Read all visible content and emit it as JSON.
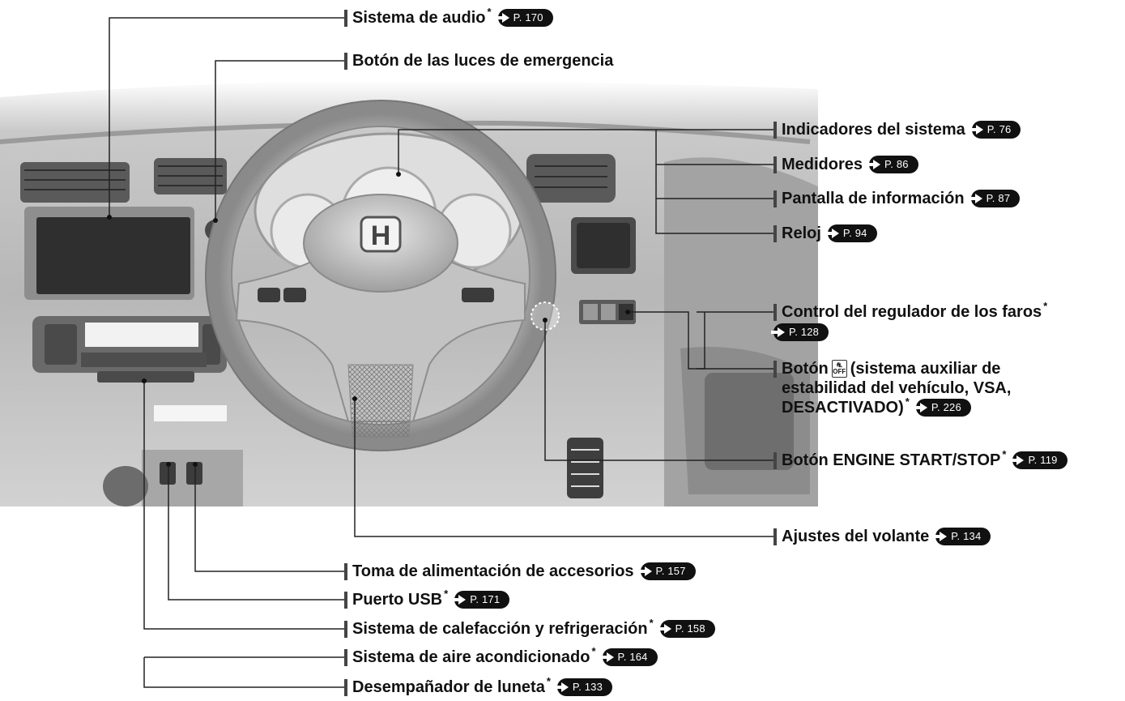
{
  "labels": {
    "audio": {
      "text": "Sistema de audio",
      "ref": "P. 170",
      "asterisk": "*"
    },
    "hazard": {
      "text": "Botón de las luces de emergencia"
    },
    "indicators": {
      "text": "Indicadores del sistema",
      "ref": "P. 76"
    },
    "gauges": {
      "text": "Medidores",
      "ref": "P. 86"
    },
    "info_display": {
      "text": "Pantalla de información",
      "ref": "P. 87"
    },
    "clock": {
      "text": "Reloj",
      "ref": "P. 94"
    },
    "headlight_aim": {
      "text": "Control del regulador de los faros",
      "ref": "P. 128",
      "asterisk": "*"
    },
    "vsa": {
      "text_prefix": "Botón",
      "icon_top": "⛐",
      "icon_bottom": "OFF",
      "line1": "(sistema auxiliar de",
      "line2": "estabilidad del vehículo, VSA,",
      "line3": "DESACTIVADO)",
      "ref": "P. 226",
      "asterisk": "*"
    },
    "engine": {
      "text": "Botón ENGINE START/STOP",
      "ref": "P. 119",
      "asterisk": "*"
    },
    "steering": {
      "text": "Ajustes del volante",
      "ref": "P. 134"
    },
    "accessory": {
      "text": "Toma de alimentación de accesorios",
      "ref": "P. 157"
    },
    "usb": {
      "text": "Puerto USB",
      "ref": "P. 171",
      "asterisk": "*"
    },
    "heating": {
      "text": "Sistema de calefacción y refrigeración",
      "ref": "P. 158",
      "asterisk": "*"
    },
    "aircon": {
      "text": "Sistema de aire acondicionado",
      "ref": "P. 164",
      "asterisk": "*"
    },
    "defroster": {
      "text": "Desempañador de luneta",
      "ref": "P. 133",
      "asterisk": "*"
    }
  },
  "emblem": "H"
}
